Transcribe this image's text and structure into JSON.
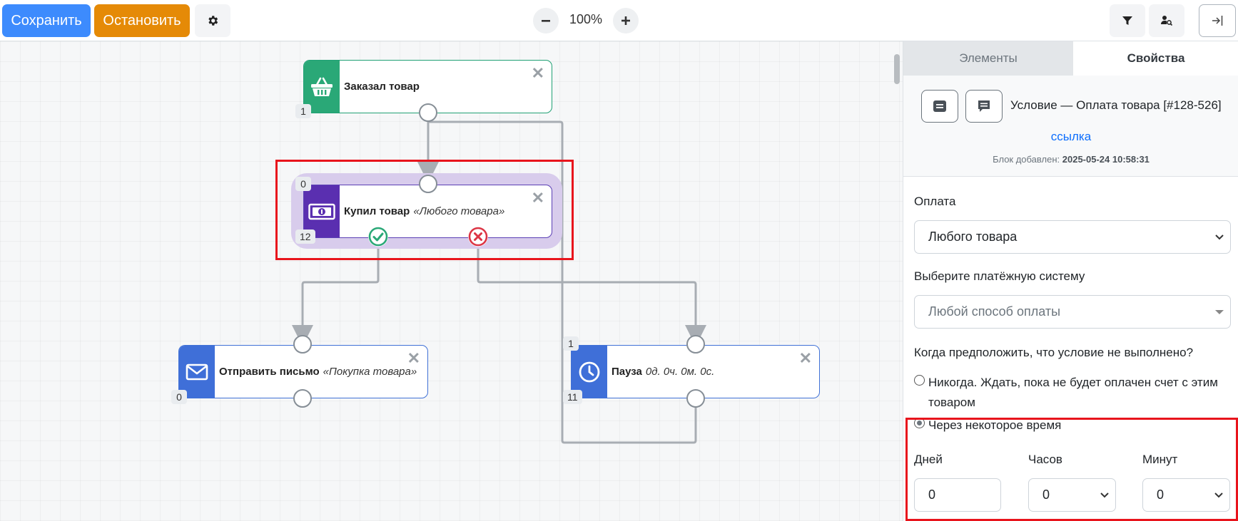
{
  "toolbar": {
    "save_label": "Сохранить",
    "stop_label": "Остановить",
    "zoom_level": "100%",
    "colors": {
      "save": "#3d8bfd",
      "stop": "#e58a07"
    },
    "icons": [
      "gear-icon",
      "minus-icon",
      "plus-icon",
      "filter-icon",
      "user-search-icon",
      "collapse-panel-icon"
    ]
  },
  "canvas": {
    "nodes": {
      "order": {
        "title": "Заказал товар",
        "subtitle": "",
        "count_bottom": "1",
        "icon": "basket-icon",
        "color": "#2aa877"
      },
      "buy": {
        "title": "Купил товар",
        "subtitle": "«Любого товара»",
        "count_top": "0",
        "count_bottom": "12",
        "icon": "banknote-icon",
        "color": "#5a2fb0"
      },
      "mail": {
        "title": "Отправить письмо",
        "subtitle": "«Покупка товара»",
        "count_bottom": "0",
        "icon": "envelope-icon",
        "color": "#3f6fd8"
      },
      "pause": {
        "title": "Пауза",
        "subtitle": "0д. 0ч. 0м. 0с.",
        "count_top": "1",
        "count_bottom": "11",
        "icon": "clock-icon",
        "color": "#3f6fd8"
      }
    },
    "close_glyph": "✕",
    "status_colors": {
      "success": "#2aa877",
      "fail": "#dc3545"
    }
  },
  "panel": {
    "tabs": [
      {
        "label": "Элементы",
        "active": false
      },
      {
        "label": "Свойства",
        "active": true
      }
    ],
    "block": {
      "title": "Условие — Оплата товара [#128-526]",
      "link": "ссылка",
      "added_label": "Блок добавлен:",
      "added_value": "2025-05-24 10:58:31"
    },
    "payment": {
      "label": "Оплата",
      "value": "Любого товара"
    },
    "payment_system": {
      "label": "Выберите платёжную систему",
      "placeholder": "Любой способ оплаты"
    },
    "condition": {
      "label": "Когда предположить, что условие не выполнено?",
      "options": [
        {
          "label": "Никогда. Ждать, пока не будет оплачен счет с этим товаром",
          "selected": false
        },
        {
          "label": "Через некоторое время",
          "selected": true
        }
      ]
    },
    "timeout": {
      "days_label": "Дней",
      "days_value": "0",
      "hours_label": "Часов",
      "hours_value": "0",
      "minutes_label": "Минут",
      "minutes_value": "0"
    }
  }
}
